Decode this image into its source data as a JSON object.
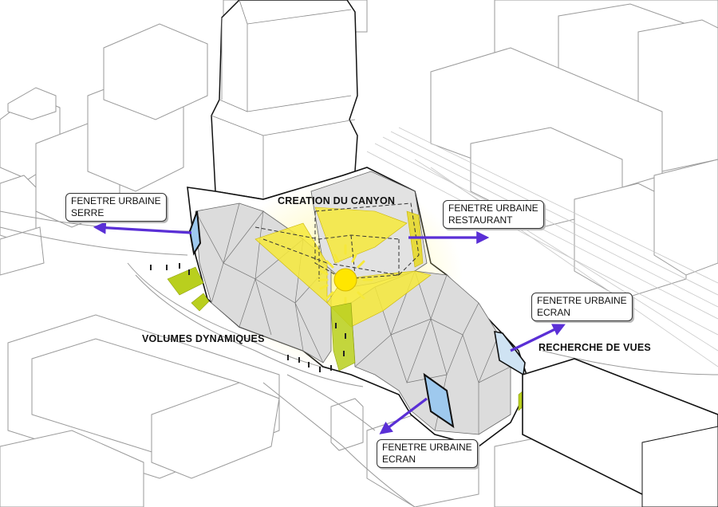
{
  "labels": {
    "serre": {
      "line1": "FENETRE URBAINE",
      "line2": "SERRE"
    },
    "restaurant": {
      "line1": "FENETRE URBAINE",
      "line2": "RESTAURANT"
    },
    "ecran_right": {
      "line1": "FENETRE URBAINE",
      "line2": "ECRAN"
    },
    "ecran_bottom": {
      "line1": "FENETRE URBAINE",
      "line2": "ECRAN"
    }
  },
  "headings": {
    "canyon": "CREATION DU CANYON",
    "volumes": "VOLUMES  DYNAMIQUES",
    "vues": "RECHERCHE DE VUES"
  },
  "colors": {
    "arrow": "#5a2fd6",
    "canyon_yellow": "#f6e93a",
    "sun": "#ffe600",
    "green_plane": "#b9cf1e",
    "glass": "#9ec9ee",
    "volume_grey": "#dcdcdc",
    "line": "#555555"
  }
}
